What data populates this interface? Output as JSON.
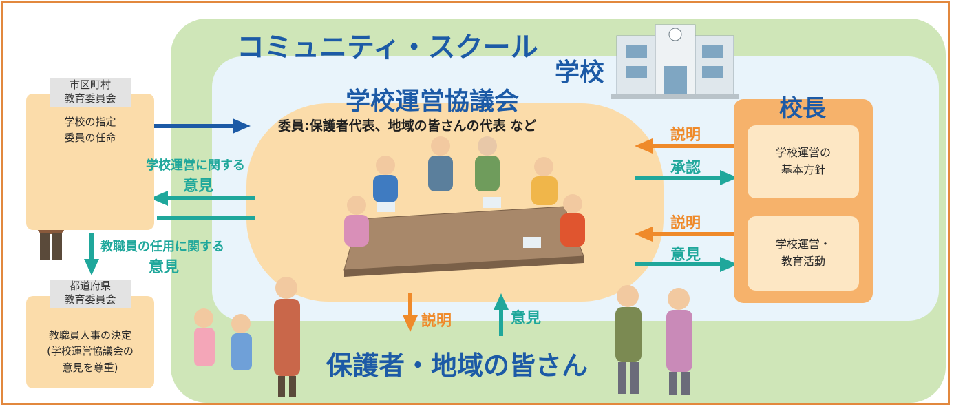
{
  "community_school": {
    "title": "コミュニティ・スクール"
  },
  "school": {
    "title": "学校"
  },
  "council": {
    "title": "学校運営協議会",
    "members": "委員:保護者代表、地域の皆さんの代表 など"
  },
  "principal": {
    "title": "校長",
    "items": [
      "学校運営の\n基本方針",
      "学校運営・\n教育活動"
    ]
  },
  "municipal_board": {
    "header": "市区町村\n教育委員会",
    "text": "学校の指定\n委員の任命"
  },
  "prefectural_board": {
    "header": "都道府県\n教育委員会",
    "text": "教職員人事の決定\n(学校運営協議会の\n意見を尊重)"
  },
  "flows": {
    "council_to_municipal_line1": "学校運営に関する",
    "council_to_municipal_line2": "意見",
    "staff_appointment_line1": "教職員の任用に関する",
    "staff_appointment_line2": "意見",
    "principal_explain_1": "説明",
    "council_approve": "承認",
    "principal_explain_2": "説明",
    "council_opinion": "意見",
    "council_explain_down": "説明",
    "community_opinion_up": "意見"
  },
  "community": {
    "title": "保護者・地域の皆さん"
  },
  "colors": {
    "blue": "#1c5aa6",
    "teal": "#1fa79b",
    "orange": "#ef8a2a",
    "frame": "#e2883e"
  }
}
